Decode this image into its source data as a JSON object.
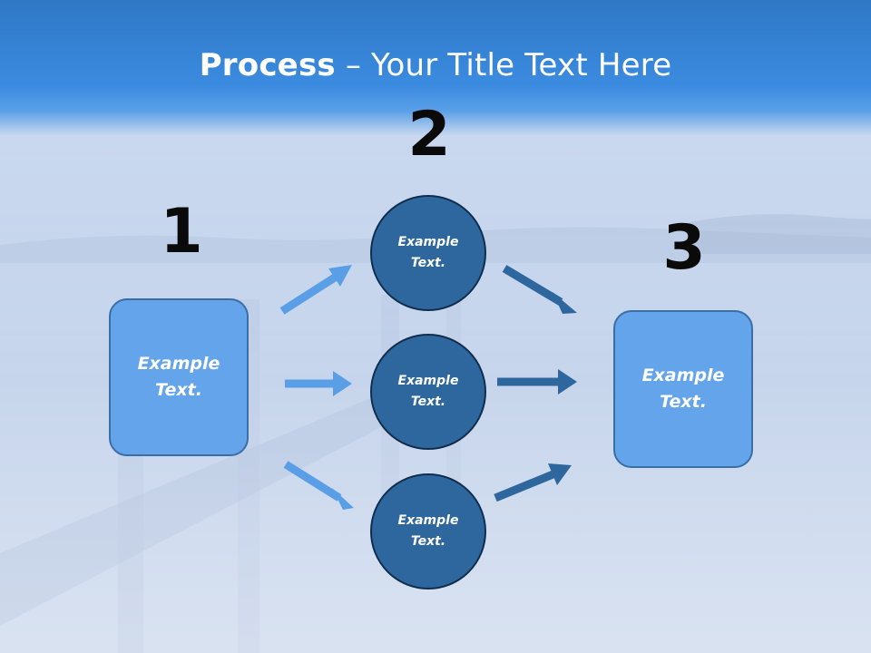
{
  "slide": {
    "title_bold": "Process",
    "title_rest": " – Your Title Text Here"
  },
  "steps": {
    "step1": {
      "number": "1",
      "text": "Example\nText."
    },
    "step2": {
      "number": "2",
      "circles": [
        {
          "text": "Example\nText."
        },
        {
          "text": "Example\nText."
        },
        {
          "text": "Example\nText."
        }
      ]
    },
    "step3": {
      "number": "3",
      "text": "Example\nText."
    }
  },
  "colors": {
    "box_fill": "#63a4ea",
    "circle_fill": "#2e679e",
    "arrow_light": "#5a9fe6",
    "arrow_dark": "#2e679e",
    "title_bar": "#3b8be0"
  }
}
